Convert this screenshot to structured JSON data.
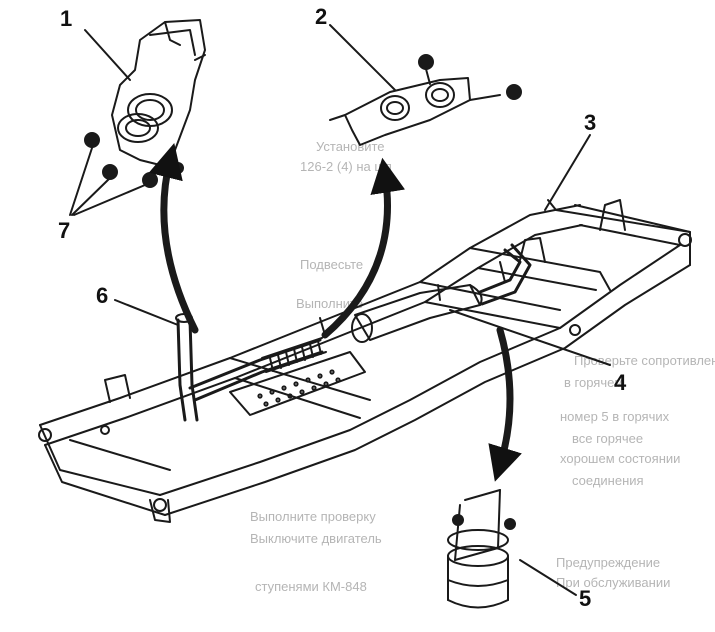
{
  "callouts": [
    {
      "id": "1",
      "label": "1"
    },
    {
      "id": "2",
      "label": "2"
    },
    {
      "id": "3",
      "label": "3"
    },
    {
      "id": "4",
      "label": "4"
    },
    {
      "id": "5",
      "label": "5"
    },
    {
      "id": "6",
      "label": "6"
    },
    {
      "id": "7",
      "label": "7"
    }
  ],
  "background_text": [
    "Установите",
    "126-2 (4) на шп",
    "Подвесьте",
    "Выполните",
    "Проверьте сопротивление",
    "в горячем",
    "номер 5 в горячих",
    "все горячее",
    "хорошем состоянии",
    "соединения",
    "Предупреждение",
    "При обслуживании",
    "Выполните проверку",
    "Выключите двигатель",
    "ступенями КМ-848"
  ],
  "colors": {
    "ink": "#1a1a1a",
    "paper": "#ffffff",
    "ghost_text": "#b5b5b5"
  }
}
